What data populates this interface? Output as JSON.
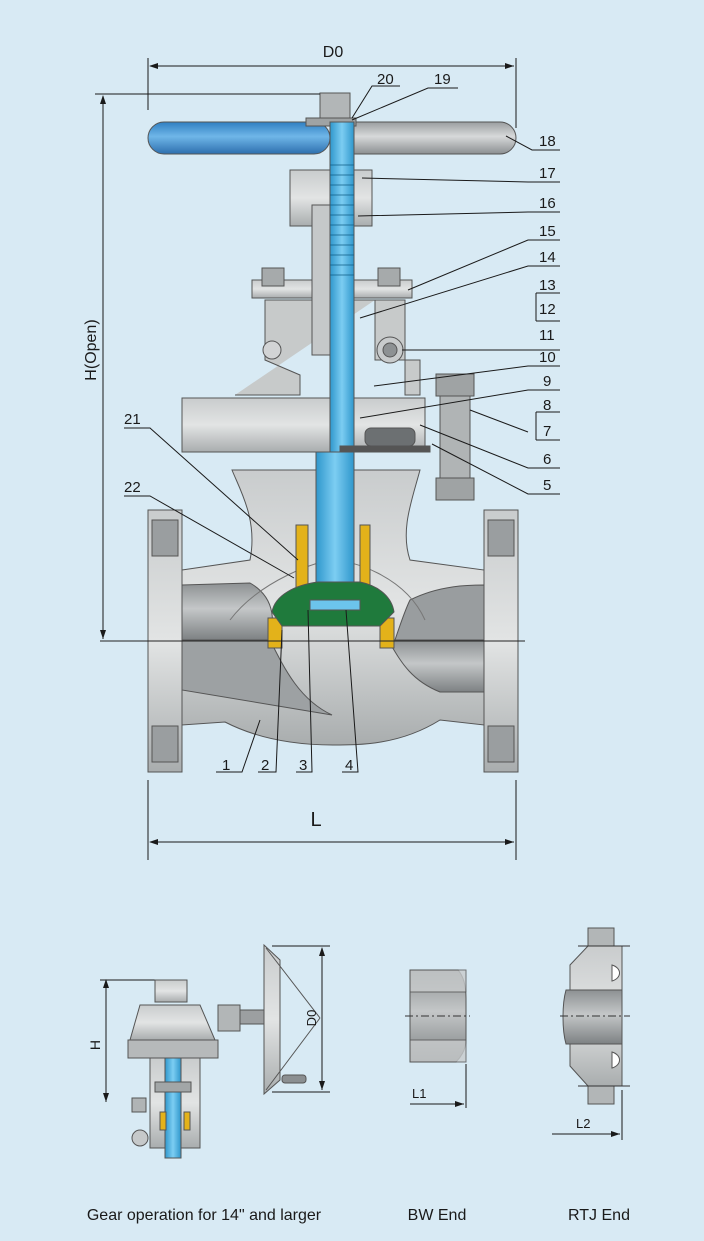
{
  "dimensions": {
    "d0": "D0",
    "h_open": "H(Open)",
    "l": "L",
    "h": "H",
    "d0_small": "D0",
    "l1": "L1",
    "l2": "L2"
  },
  "part_numbers": [
    "1",
    "2",
    "3",
    "4",
    "5",
    "6",
    "7",
    "8",
    "9",
    "10",
    "11",
    "12",
    "13",
    "14",
    "15",
    "16",
    "17",
    "18",
    "19",
    "20",
    "21",
    "22"
  ],
  "captions": {
    "gear": "Gear operation for 14\" and larger",
    "bw": "BW End",
    "rtj": "RTJ End"
  },
  "colors": {
    "background": "#d8eaf4",
    "body_gray": "#b9bcbd",
    "dark_gray": "#8f9395",
    "stem_blue": "#4ab3e3",
    "handle_blue": "#3e8fcf",
    "disc_green": "#1f7a3c",
    "seat_yellow": "#e3b21a"
  }
}
